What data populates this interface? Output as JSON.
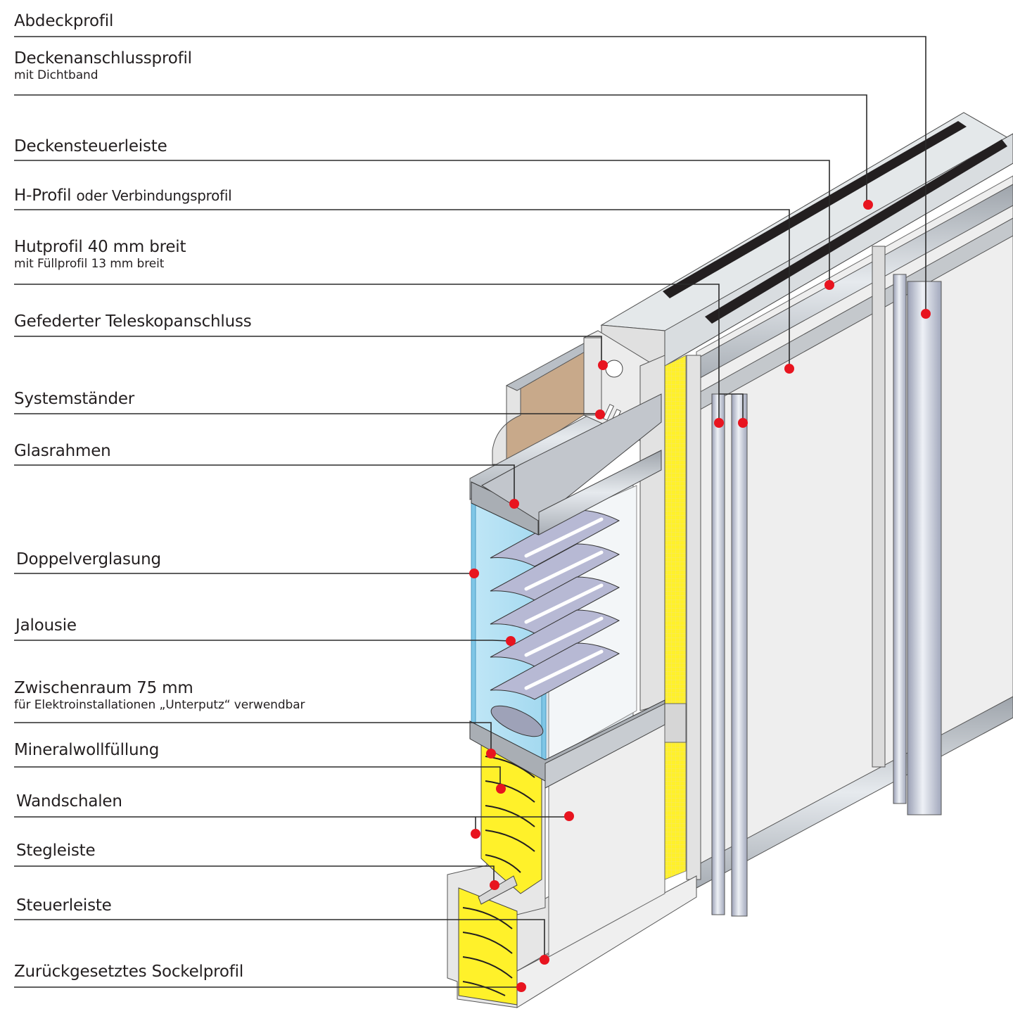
{
  "title": "Trennwand-Systemaufbau mit Doppelverglasung",
  "colors": {
    "leader_line": "#2b2b2b",
    "marker": "#e8141f",
    "mineral_wool": "#fff12a",
    "glass": "#aadcf2",
    "glass_edge": "#5fb2da",
    "board": "#ececec",
    "metal": "#b9bfc6",
    "seal": "#231f20",
    "blind_slat": "#b7b9d4",
    "wood": "#c8a98a"
  },
  "labels": [
    {
      "id": "abdeckprofil",
      "text": "Abdeckprofil",
      "sub": null
    },
    {
      "id": "deckenanschlussprofil",
      "text": "Deckenanschlussprofil",
      "sub": "mit Dichtband"
    },
    {
      "id": "deckensteuerleiste",
      "text": "Deckensteuerleiste",
      "sub": null
    },
    {
      "id": "h-profil",
      "text": "H-Profil",
      "inline_sub": "oder Verbindungsprofil",
      "sub": null
    },
    {
      "id": "hutprofil",
      "text": "Hutprofil 40 mm breit",
      "sub": "mit Füllprofil 13 mm breit"
    },
    {
      "id": "teleskopanschluss",
      "text": "Gefederter Teleskopanschluss",
      "sub": null
    },
    {
      "id": "systemstaender",
      "text": "Systemständer",
      "sub": null
    },
    {
      "id": "glasrahmen",
      "text": "Glasrahmen",
      "sub": null
    },
    {
      "id": "doppelverglasung",
      "text": "Doppelverglasung",
      "sub": null
    },
    {
      "id": "jalousie",
      "text": "Jalousie",
      "sub": null
    },
    {
      "id": "zwischenraum",
      "text": "Zwischenraum 75 mm",
      "sub": "für Elektroinstallationen „Unterputz“ verwendbar"
    },
    {
      "id": "mineralwollfuellung",
      "text": "Mineralwollfüllung",
      "sub": null
    },
    {
      "id": "wandschalen",
      "text": "Wandschalen",
      "sub": null
    },
    {
      "id": "stegleiste",
      "text": "Stegleiste",
      "sub": null
    },
    {
      "id": "steuerleiste",
      "text": "Steuerleiste",
      "sub": null
    },
    {
      "id": "sockelprofil",
      "text": "Zurückgesetztes Sockelprofil",
      "sub": null
    }
  ]
}
